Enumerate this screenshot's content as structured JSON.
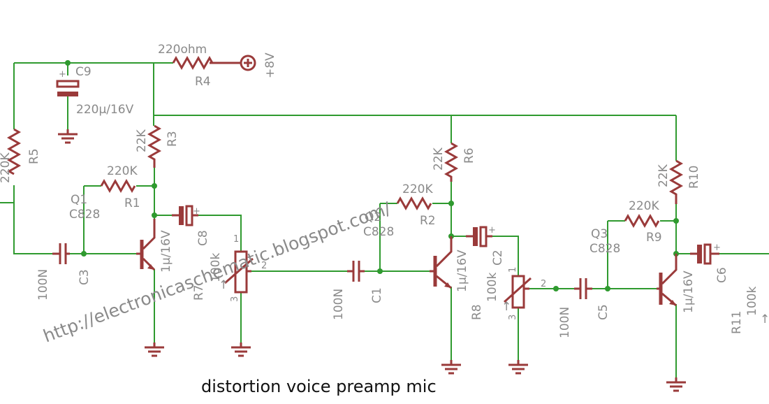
{
  "watermark": "http://electronicaschematic.blogspot.com/",
  "caption": "distortion voice preamp mic",
  "supply": "+8V",
  "components": {
    "r4": {
      "name": "R4",
      "value": "220ohm"
    },
    "c9": {
      "name": "C9",
      "value": "220µ/16V"
    },
    "r5": {
      "name": "R5",
      "value": "220K"
    },
    "r3": {
      "name": "R3",
      "value": "22K"
    },
    "r1": {
      "name": "R1",
      "value": "220K"
    },
    "q1": {
      "name": "Q1",
      "value": "C828"
    },
    "c3": {
      "name": "C3",
      "value": "100N"
    },
    "c8": {
      "name": "C8",
      "value": "1µ/16V"
    },
    "r7": {
      "name": "R7",
      "value": "100k"
    },
    "c1": {
      "name": "C1",
      "value": "100N"
    },
    "r6": {
      "name": "R6",
      "value": "22K"
    },
    "r2": {
      "name": "R2",
      "value": "220K"
    },
    "q2": {
      "name": "Q2",
      "value": "C828"
    },
    "c2": {
      "name": "C2",
      "value": "1µ/16V"
    },
    "r8": {
      "name": "R8",
      "value": "100k"
    },
    "c5": {
      "name": "C5",
      "value": "100N"
    },
    "r10": {
      "name": "R10",
      "value": "22K"
    },
    "r9": {
      "name": "R9",
      "value": "220K"
    },
    "q3": {
      "name": "Q3",
      "value": "C828"
    },
    "c6": {
      "name": "C6",
      "value": "1µ/16V"
    },
    "r11": {
      "name": "R11",
      "value": "100k"
    }
  },
  "pot_pins": {
    "p1": "1",
    "p2": "2",
    "p3": "3"
  },
  "plus_sign": "+",
  "arrow_sign": "↑"
}
